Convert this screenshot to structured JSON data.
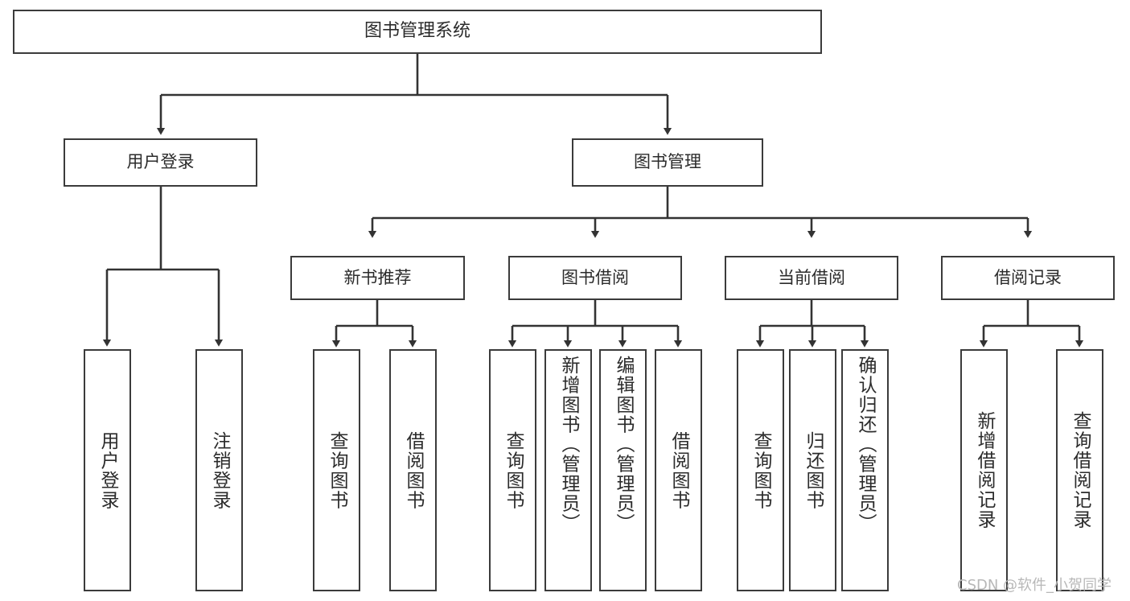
{
  "diagram": {
    "title": "图书管理系统",
    "type": "tree-hierarchy-diagram",
    "colors": {
      "background": "#ffffff",
      "box_border": "#3b3b3b",
      "box_fill": "#ffffff",
      "connector": "#333333",
      "text": "#2b2b2b",
      "watermark": "#b8b8b8"
    },
    "root": {
      "label": "图书管理系统"
    },
    "level2": [
      {
        "label": "用户登录"
      },
      {
        "label": "图书管理"
      }
    ],
    "level3": [
      {
        "label": "新书推荐"
      },
      {
        "label": "图书借阅"
      },
      {
        "label": "当前借阅"
      },
      {
        "label": "借阅记录"
      }
    ],
    "leaves": {
      "user_login": [
        {
          "label": "用户登录"
        },
        {
          "label": "注销登录"
        }
      ],
      "new_book_recommend": [
        {
          "label": "查询图书"
        },
        {
          "label": "借阅图书"
        }
      ],
      "book_borrow": [
        {
          "label": "查询图书"
        },
        {
          "label": "新增图书（管理员）"
        },
        {
          "label": "编辑图书（管理员）"
        },
        {
          "label": "借阅图书"
        }
      ],
      "current_borrow": [
        {
          "label": "查询图书"
        },
        {
          "label": "归还图书"
        },
        {
          "label": "确认归还（管理员）"
        }
      ],
      "borrow_record": [
        {
          "label": "新增借阅记录"
        },
        {
          "label": "查询借阅记录"
        }
      ]
    },
    "watermark": "CSDN @软件_小贺同学"
  }
}
